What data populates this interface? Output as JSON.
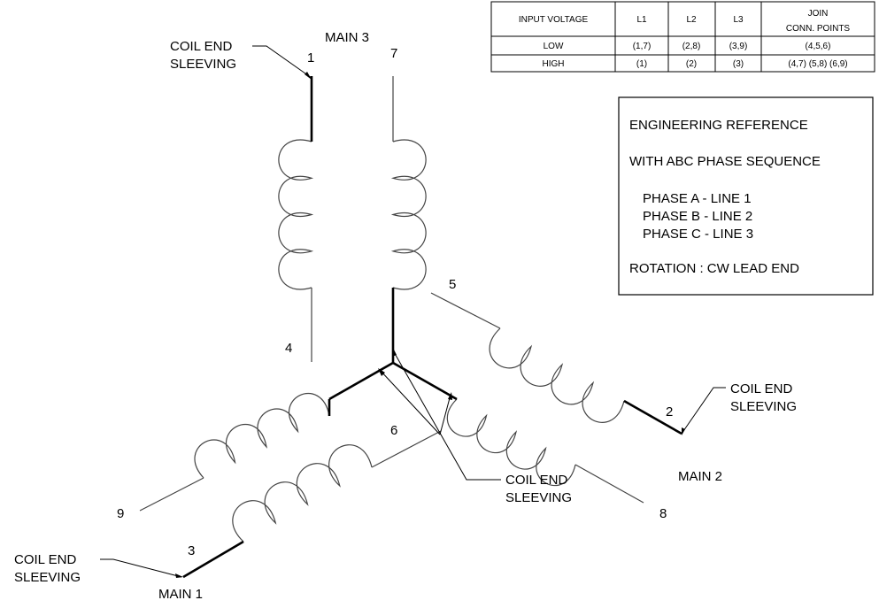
{
  "table": {
    "headers": [
      "INPUT VOLTAGE",
      "L1",
      "L2",
      "L3",
      "JOIN",
      "CONN. POINTS"
    ],
    "rows": [
      [
        "LOW",
        "(1,7)",
        "(2,8)",
        "(3,9)",
        "(4,5,6)"
      ],
      [
        "HIGH",
        "(1)",
        "(2)",
        "(3)",
        "(4,7) (5,8) (6,9)"
      ]
    ]
  },
  "reference": {
    "title": "ENGINEERING REFERENCE",
    "sequence": "WITH ABC PHASE SEQUENCE",
    "phase_a": "PHASE A -  LINE 1",
    "phase_b": "PHASE B - LINE 2",
    "phase_c": "PHASE C - LINE 3",
    "rotation": "ROTATION : CW LEAD END"
  },
  "labels": {
    "main1": "MAIN 1",
    "main2": "MAIN 2",
    "main3": "MAIN 3",
    "sleeving_line1": "COIL END",
    "sleeving_line2": "SLEEVING"
  },
  "terminals": {
    "t1": "1",
    "t2": "2",
    "t3": "3",
    "t4": "4",
    "t5": "5",
    "t6": "6",
    "t7": "7",
    "t8": "8",
    "t9": "9"
  }
}
